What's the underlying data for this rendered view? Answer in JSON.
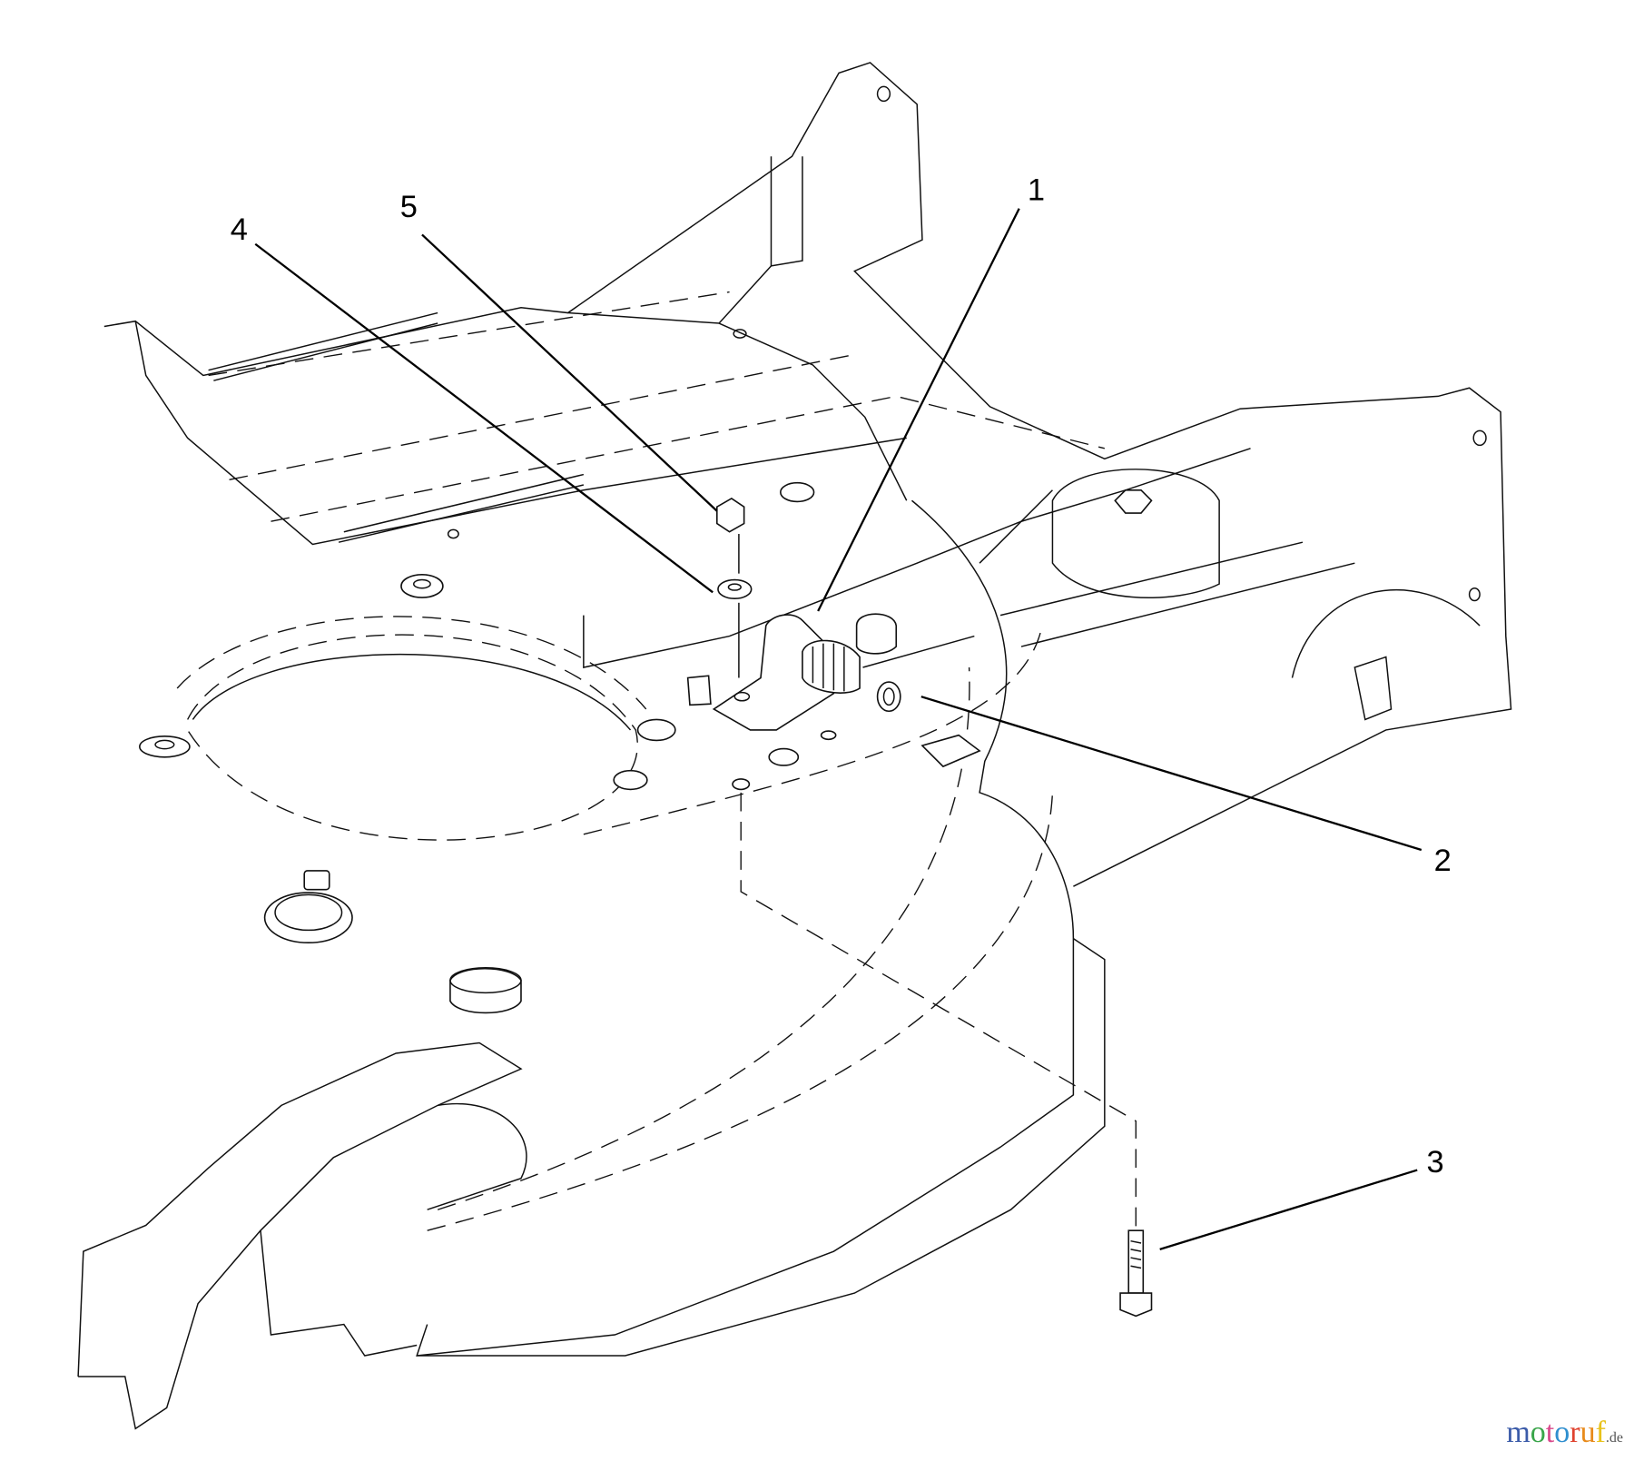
{
  "diagram": {
    "callouts": [
      {
        "id": "1",
        "label": "1"
      },
      {
        "id": "2",
        "label": "2"
      },
      {
        "id": "3",
        "label": "3"
      },
      {
        "id": "4",
        "label": "4"
      },
      {
        "id": "5",
        "label": "5"
      }
    ]
  },
  "watermark": {
    "text": "motoruf",
    "suffix": ".de",
    "letter_colors": [
      "#3b5ba9",
      "#3aa54a",
      "#d94a8c",
      "#2f8fcf",
      "#e0432f",
      "#e88a1a",
      "#e8c21a"
    ]
  }
}
